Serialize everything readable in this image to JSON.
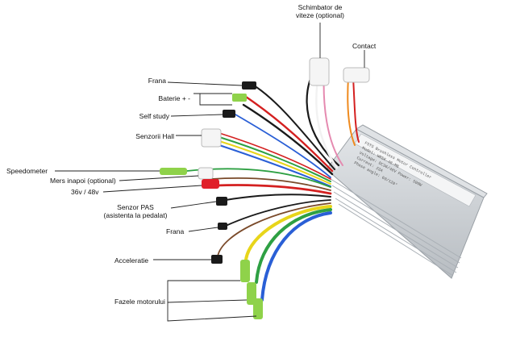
{
  "labels": {
    "schimbator": [
      "Schimbator de",
      "viteze (optional)"
    ],
    "contact": "Contact",
    "frana_top": "Frana",
    "baterie": "Baterie + -",
    "self_study": "Self study",
    "senzorii_hall": "Senzorii Hall",
    "speedometer": "Speedometer",
    "mers_inapoi": "Mers inapoi (optional)",
    "voltaj": "36v / 48v",
    "senzor_pas": [
      "Senzor PAS",
      "(asistenta la pedalat)"
    ],
    "frana_bottom": "Frana",
    "acceleratie": "Acceleratie",
    "fazele": "Fazele motorului"
  },
  "controller_sticker": [
    "FSTS Brushless Motor Controller",
    "Model: WRSK-48-MB",
    "Voltage: DC36/48V   Power: 500W",
    "Current: 22A",
    "Phase angle: 60/120°"
  ],
  "colors": {
    "wire_black": "#1a1a1a",
    "wire_red": "#d42020",
    "wire_yellow": "#e8d51a",
    "wire_green": "#2ea043",
    "wire_blue": "#2a5fd6",
    "wire_white": "#f2f2f2",
    "wire_pink": "#e58ab0",
    "wire_brown": "#7a4a2a",
    "wire_orange": "#ef8a1e",
    "connector_green": "#8fd24a",
    "connector_red": "#e0202a",
    "connector_white": "#f5f5f5",
    "housing": "#d9dcdf"
  }
}
